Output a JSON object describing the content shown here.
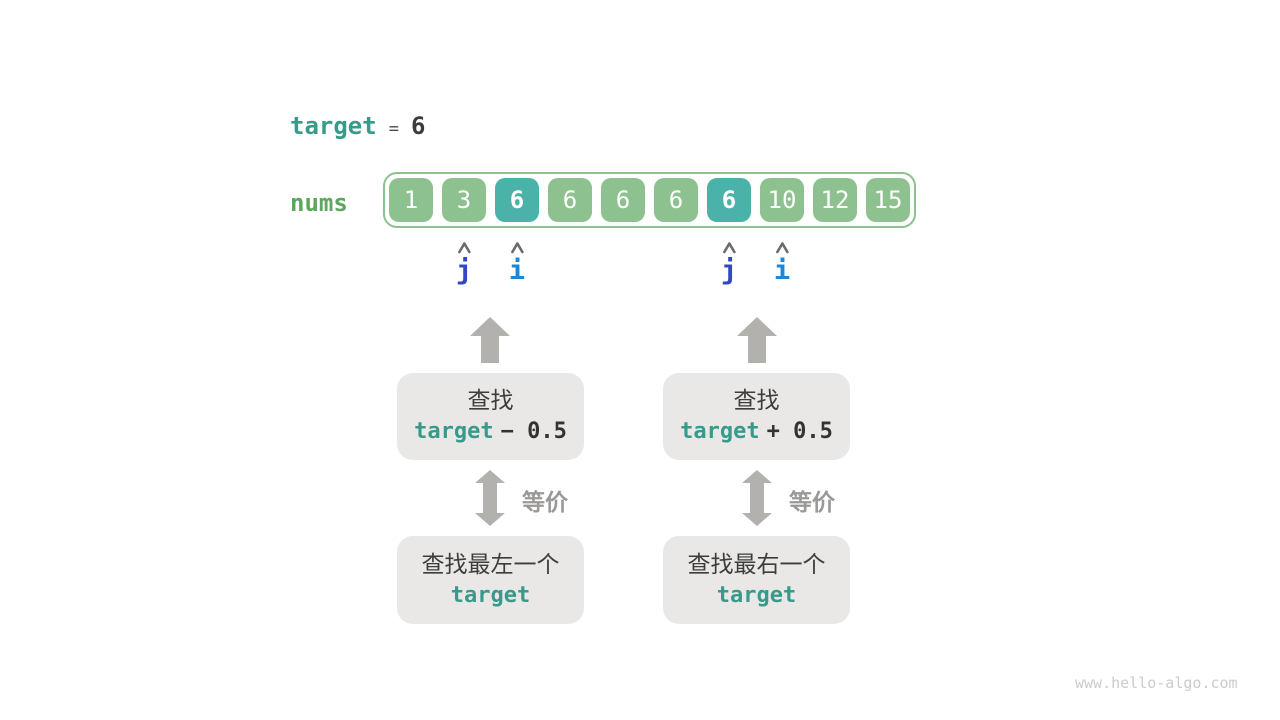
{
  "header": {
    "target_label": "target",
    "equals_sign": "=",
    "target_value": "6"
  },
  "array": {
    "label": "nums",
    "cells": [
      {
        "value": "1",
        "highlight": false
      },
      {
        "value": "3",
        "highlight": false
      },
      {
        "value": "6",
        "highlight": true
      },
      {
        "value": "6",
        "highlight": false
      },
      {
        "value": "6",
        "highlight": false
      },
      {
        "value": "6",
        "highlight": false
      },
      {
        "value": "6",
        "highlight": true
      },
      {
        "value": "10",
        "highlight": false
      },
      {
        "value": "12",
        "highlight": false
      },
      {
        "value": "15",
        "highlight": false
      }
    ]
  },
  "pointers": [
    {
      "letter": "j",
      "variant": "j"
    },
    {
      "letter": "i",
      "variant": "i"
    },
    {
      "letter": "j",
      "variant": "j"
    },
    {
      "letter": "i",
      "variant": "i"
    }
  ],
  "flow_left": {
    "search_line1": "查找",
    "search_target": "target",
    "search_op": "− 0.5",
    "equiv_label": "等价",
    "result_line1": "查找最左一个",
    "result_target": "target"
  },
  "flow_right": {
    "search_line1": "查找",
    "search_target": "target",
    "search_op": "+ 0.5",
    "equiv_label": "等价",
    "result_line1": "查找最右一个",
    "result_target": "target"
  },
  "watermark": "www.hello-algo.com",
  "colors": {
    "cell_green": "#8dc18f",
    "cell_highlight_teal": "#4bb2a9",
    "teal_text": "#389a8a",
    "nums_green_text": "#5ea55f",
    "dark_text": "#3b3b3b",
    "arrow_gray": "#b3b1ae",
    "box_background": "#e9e8e6",
    "equiv_label_gray": "#9b9997",
    "pointer_j_blue": "#3347c1",
    "pointer_i_blue": "#1e86d3",
    "caret_gray": "#6b6b6b",
    "watermark_gray": "#cccbca"
  }
}
